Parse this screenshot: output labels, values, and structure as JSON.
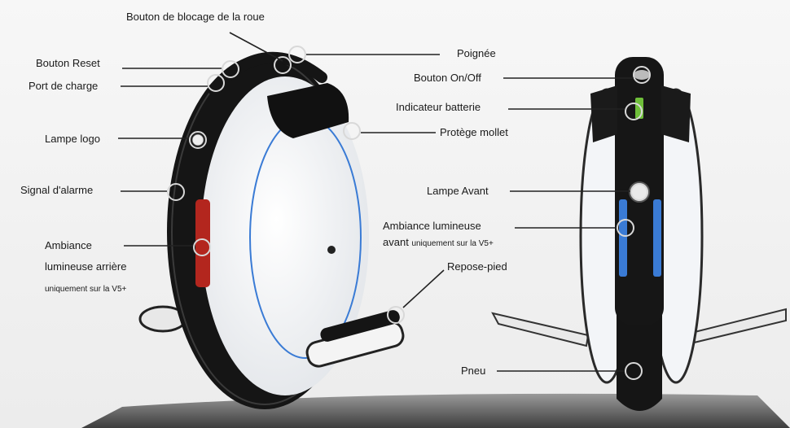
{
  "labels": {
    "wheel_lock": "Bouton de blocage de la roue",
    "reset": "Bouton Reset",
    "charge_port": "Port de charge",
    "logo_lamp": "Lampe logo",
    "alarm": "Signal d'alarme",
    "rear_ambient_1": "Ambiance",
    "rear_ambient_2": "lumineuse arrière",
    "rear_ambient_3": "uniquement sur la V5+",
    "handle": "Poignée",
    "on_off": "Bouton On/Off",
    "battery": "Indicateur batterie",
    "calf_guard": "Protège mollet",
    "front_lamp": "Lampe Avant",
    "front_ambient_1": "Ambiance lumineuse",
    "front_ambient_2a": "avant",
    "front_ambient_2b": "uniquement sur la V5+",
    "footrest": "Repose-pied",
    "tire": "Pneu"
  },
  "colors": {
    "body_black": "#161616",
    "shell_white": "#f4f5f7",
    "accent_blue": "#3a7bd5",
    "rear_red": "#b3261e",
    "battery_green": "#6fbf3a"
  }
}
